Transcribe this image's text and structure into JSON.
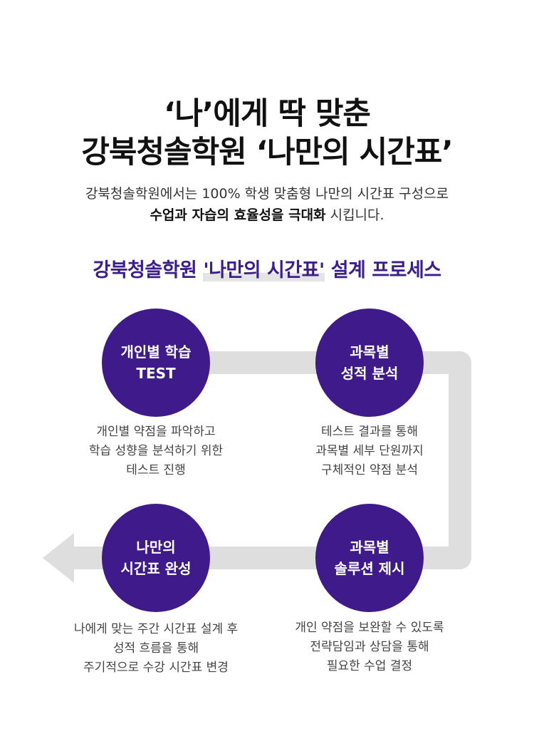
{
  "header": {
    "title_line1": "‘나’에게 딱 맞춘",
    "title_line2": "강북청솔학원 ‘나만의 시간표’",
    "intro_line1": "강북청솔학원에서는 100% 학생 맞춤형 나만의 시간표 구성으로",
    "intro_line2_strong": "수업과 자습의 효율성을 극대화",
    "intro_line2_rest": " 시킵니다."
  },
  "process": {
    "heading_prefix": "강북청솔학원 ",
    "heading_highlight": "'나만의 시간표'",
    "heading_suffix": " 설계 프로세스",
    "steps": [
      {
        "title_line1": "개인별 학습",
        "title_line2": "TEST",
        "desc": [
          "개인별 약점을 파악하고",
          "학습 성향을 분석하기 위한",
          "테스트 진행"
        ]
      },
      {
        "title_line1": "과목별",
        "title_line2": "성적 분석",
        "desc": [
          "테스트 결과를 통해",
          "과목별 세부 단원까지",
          "구체적인 약점 분석"
        ]
      },
      {
        "title_line1": "과목별",
        "title_line2": "솔루션 제시",
        "desc": [
          "개인 약점을 보완할 수 있도록",
          "전략담임과 상담을 통해",
          "필요한 수업 결정"
        ]
      },
      {
        "title_line1": "나만의",
        "title_line2": "시간표 완성",
        "desc": [
          "나에게 맞는 주간 시간표 설계 후",
          "성적 흐름을 통해",
          "주기적으로 수강 시간표 변경"
        ]
      }
    ]
  },
  "colors": {
    "circle": "#3e1a8a",
    "heading": "#3b1d8f",
    "connector": "#dedede"
  }
}
